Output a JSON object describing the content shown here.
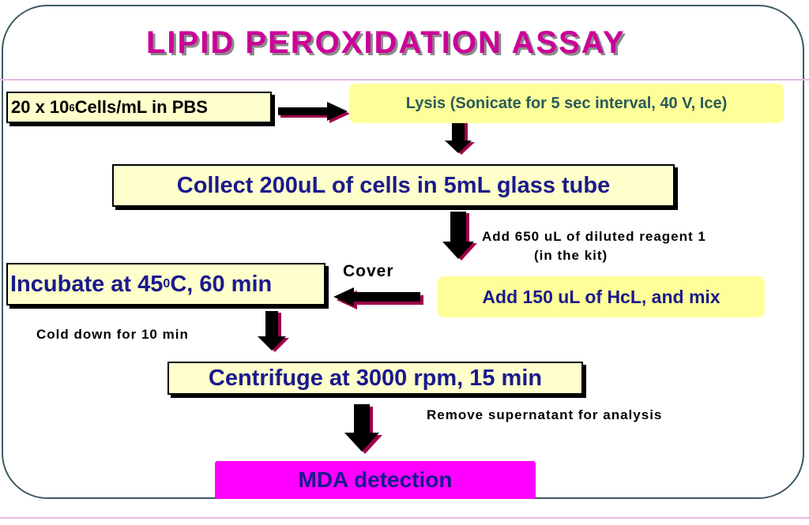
{
  "title": "LIPID PEROXIDATION ASSAY",
  "steps": {
    "cells": {
      "prefix": "20 x 10",
      "sup": "6",
      "suffix": "Cells/mL in PBS"
    },
    "lysis": "Lysis (Sonicate for 5 sec interval, 40 V, Ice)",
    "collect": "Collect 200uL of cells in 5mL glass tube",
    "incubate": {
      "prefix": "Incubate at 45",
      "sup": "0",
      "suffix": "C, 60 min"
    },
    "add_hcl": "Add 150 uL of HcL, and mix",
    "centrifuge": "Centrifuge at 3000 rpm, 15 min",
    "mda": "MDA detection"
  },
  "annotations": {
    "add_reagent_line1": "Add 650 uL of diluted reagent 1",
    "add_reagent_line2": "(in the kit)",
    "cover": "Cover",
    "cold_down": "Cold down for 10 min",
    "remove_supernatant": "Remove supernatant for analysis"
  },
  "colors": {
    "title": "#cc0099",
    "box_text": "#1a1a8c",
    "box_fill": "#ffff99",
    "mda_fill": "#ff00ff",
    "arrow": "#000000",
    "arrow_shadow": "#a0004a",
    "frame": "#3d5a63"
  }
}
